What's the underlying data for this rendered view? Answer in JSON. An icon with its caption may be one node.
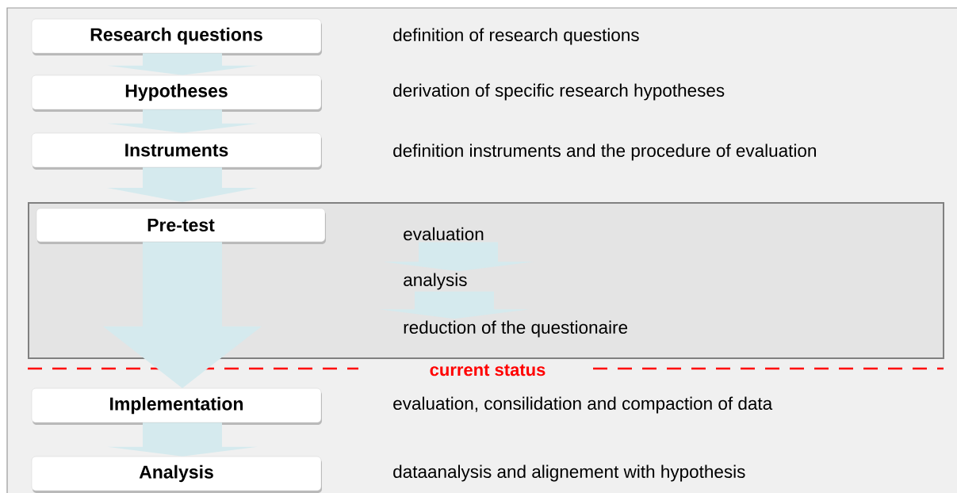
{
  "diagram": {
    "nodes": [
      {
        "text": [
          "Research questions"
        ]
      },
      {
        "text": [
          "Hypotheses"
        ]
      },
      {
        "text": [
          "Instruments"
        ]
      },
      {
        "text": [],
        "shape": "box"
      },
      {
        "text": [
          "Pre-test"
        ],
        "in": 3
      },
      {
        "text": [
          "evaluation"
        ],
        "in": 3
      },
      {
        "text": [
          "analysis"
        ],
        "in": 3
      },
      {
        "text": [
          "reduction of the questionaire"
        ],
        "in": 3
      },
      {
        "text": [
          "Implementation"
        ]
      },
      {
        "text": [
          "Analysis"
        ]
      }
    ],
    "edges": [
      {
        "from": 0,
        "to": 1,
        "arrow": "to"
      },
      {
        "from": 1,
        "to": 2,
        "arrow": "to"
      },
      {
        "from": 2,
        "to": 3,
        "arrow": "to"
      },
      {
        "from": 5,
        "to": 6,
        "arrow": "to"
      },
      {
        "from": 6,
        "to": 7,
        "arrow": "to"
      },
      {
        "from": 4,
        "to": 8,
        "arrow": "to",
        "style": "thick"
      },
      {
        "from": 8,
        "to": 9,
        "arrow": "to"
      }
    ],
    "labels": [
      "definition of research questions",
      "derivation of specific research hypotheses",
      "definition instruments and the procedure of evaluation",
      "current status",
      "evaluation, consilidation and compaction of data",
      "dataanalysis and alignement with hypothesis"
    ]
  }
}
